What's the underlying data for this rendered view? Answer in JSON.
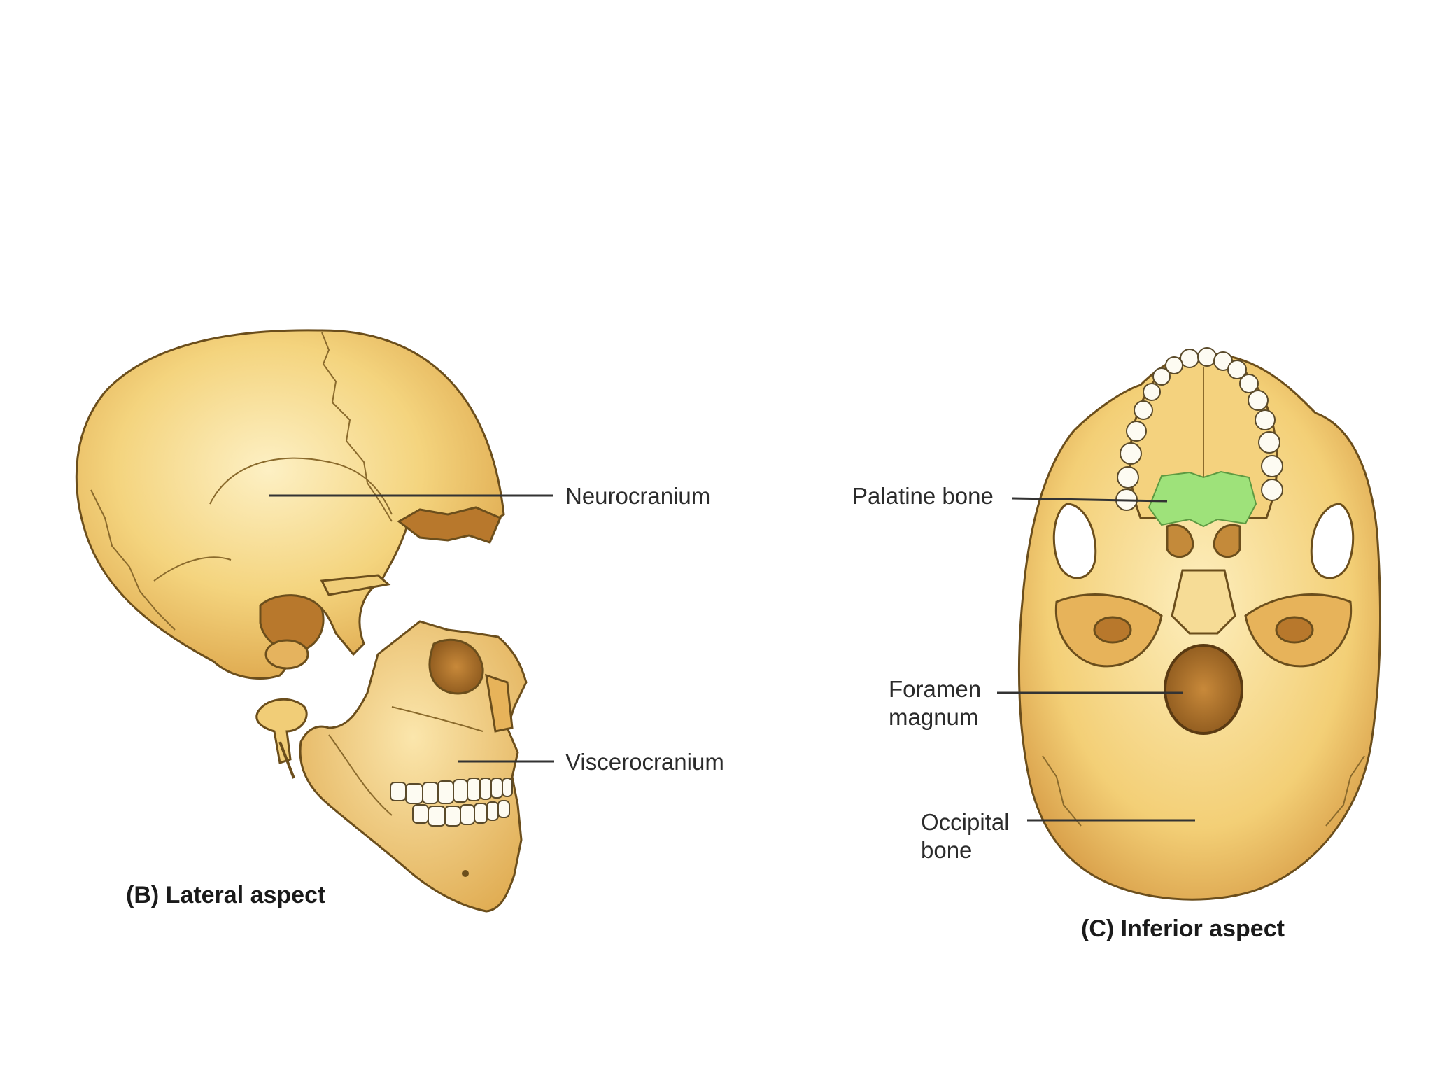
{
  "panels": {
    "lateral": {
      "caption": "(B) Lateral aspect",
      "labels": {
        "neurocranium": "Neurocranium",
        "viscerocranium": "Viscerocranium"
      }
    },
    "inferior": {
      "caption": "(C)  Inferior aspect",
      "labels": {
        "palatine_bone": "Palatine bone",
        "foramen_magnum_line1": "Foramen",
        "foramen_magnum_line2": "magnum",
        "occipital_bone_line1": "Occipital",
        "occipital_bone_line2": "bone"
      }
    }
  },
  "colors": {
    "bone": "#f2cc72",
    "bone_light": "#fbe7b0",
    "bone_shadow": "#d89a3e",
    "cavity": "#b8782c",
    "palatine_highlight": "#9ee27a",
    "background": "#ffffff"
  }
}
